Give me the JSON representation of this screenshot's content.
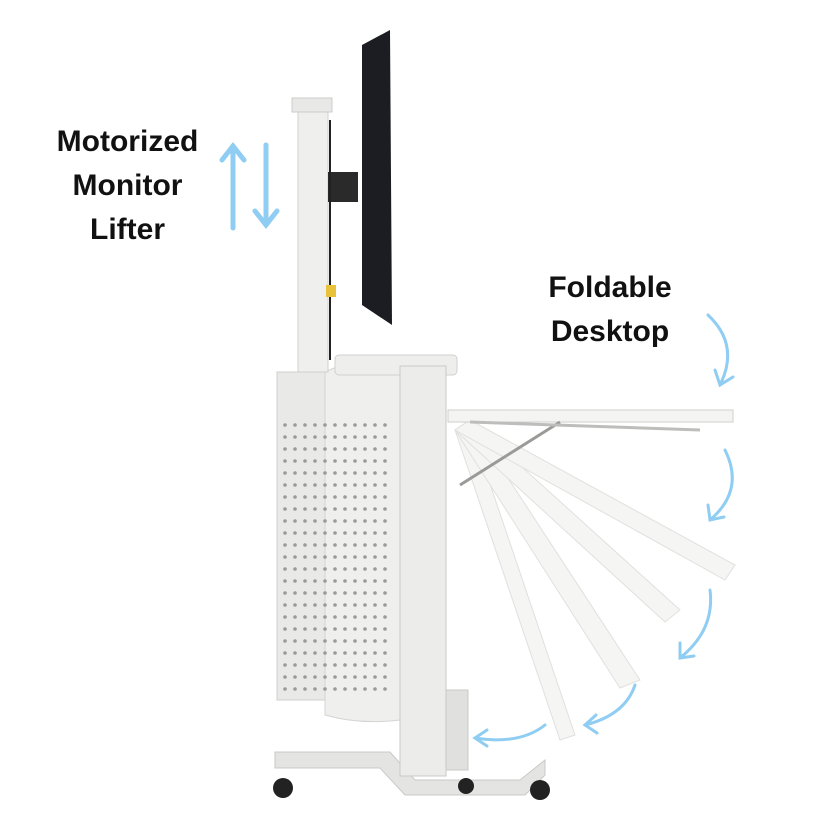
{
  "labels": {
    "lifter": [
      "Motorized",
      "Monitor",
      "Lifter"
    ],
    "desktop": [
      "Foldable",
      "Desktop"
    ]
  },
  "colors": {
    "arrow": "#8fcdf2",
    "frame": "#e6e6e4",
    "monitor": "#1b1d22"
  },
  "icons": [
    "up-arrow-icon",
    "down-arrow-icon",
    "curved-arrow-icon"
  ]
}
